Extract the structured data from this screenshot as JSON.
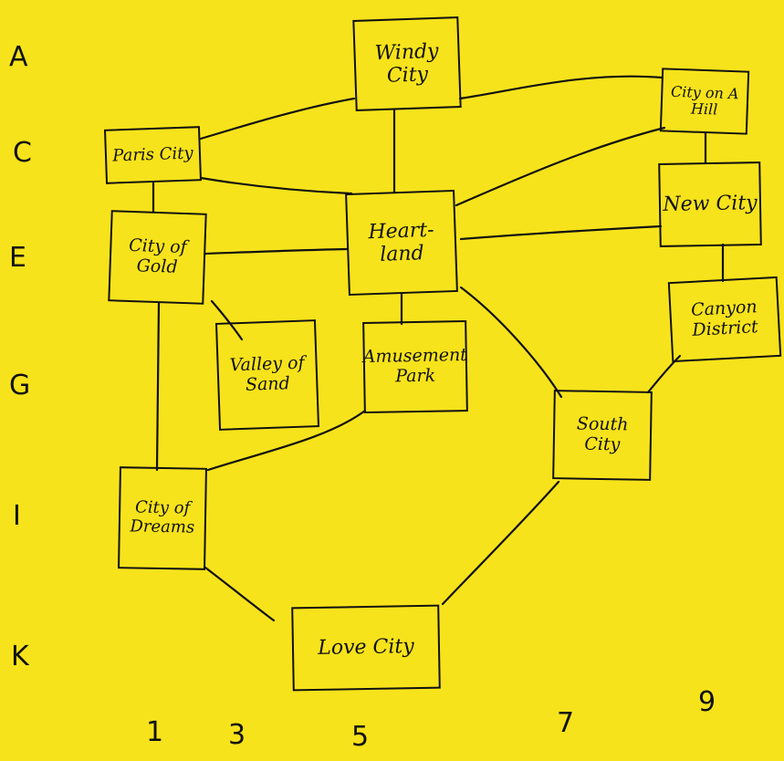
{
  "nodes": {
    "windy_city": "Windy City",
    "paris_city": "Paris City",
    "city_on_a_hill": "City on A Hill",
    "new_city": "New City",
    "city_of_gold": "City of Gold",
    "heartland": "Heart-land",
    "valley_of_sand": "Valley of Sand",
    "amusement_park": "Amusement Park",
    "canyon_district": "Canyon District",
    "south_city": "South City",
    "city_of_dreams": "City of Dreams",
    "love_city": "Love City"
  },
  "row_labels": [
    "A",
    "C",
    "E",
    "G",
    "I",
    "K"
  ],
  "col_labels": [
    "1",
    "3",
    "5",
    "7",
    "9"
  ],
  "colors": {
    "background": "#f7e31b",
    "ink": "#111111"
  }
}
